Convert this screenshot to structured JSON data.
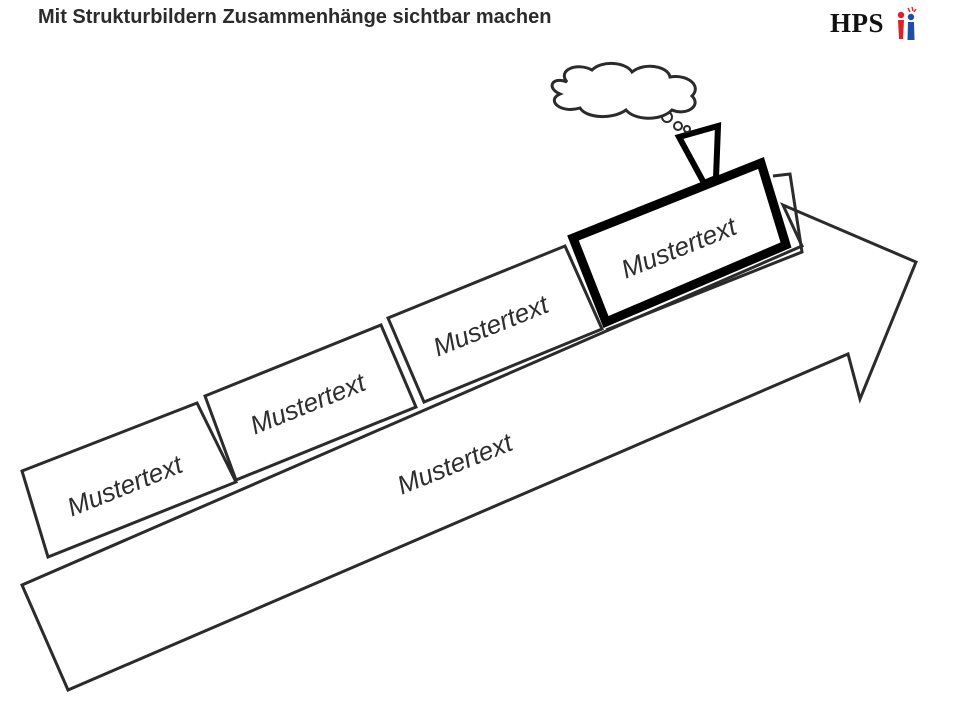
{
  "slide": {
    "title": "Mit Strukturbildern Zusammenhänge sichtbar machen"
  },
  "logo": {
    "text": "HPS",
    "mark_colors": {
      "person_red": "#d9232a",
      "person_blue": "#1e4fa8"
    }
  },
  "diagram": {
    "boxes": [
      {
        "label": "Mustertext",
        "highlighted": false
      },
      {
        "label": "Mustertext",
        "highlighted": false
      },
      {
        "label": "Mustertext",
        "highlighted": false
      },
      {
        "label": "Mustertext",
        "highlighted": true
      }
    ],
    "arrow": {
      "label": "Mustertext"
    },
    "stroke_color": "#2b2b2b",
    "highlight_stroke_color": "#000000"
  }
}
